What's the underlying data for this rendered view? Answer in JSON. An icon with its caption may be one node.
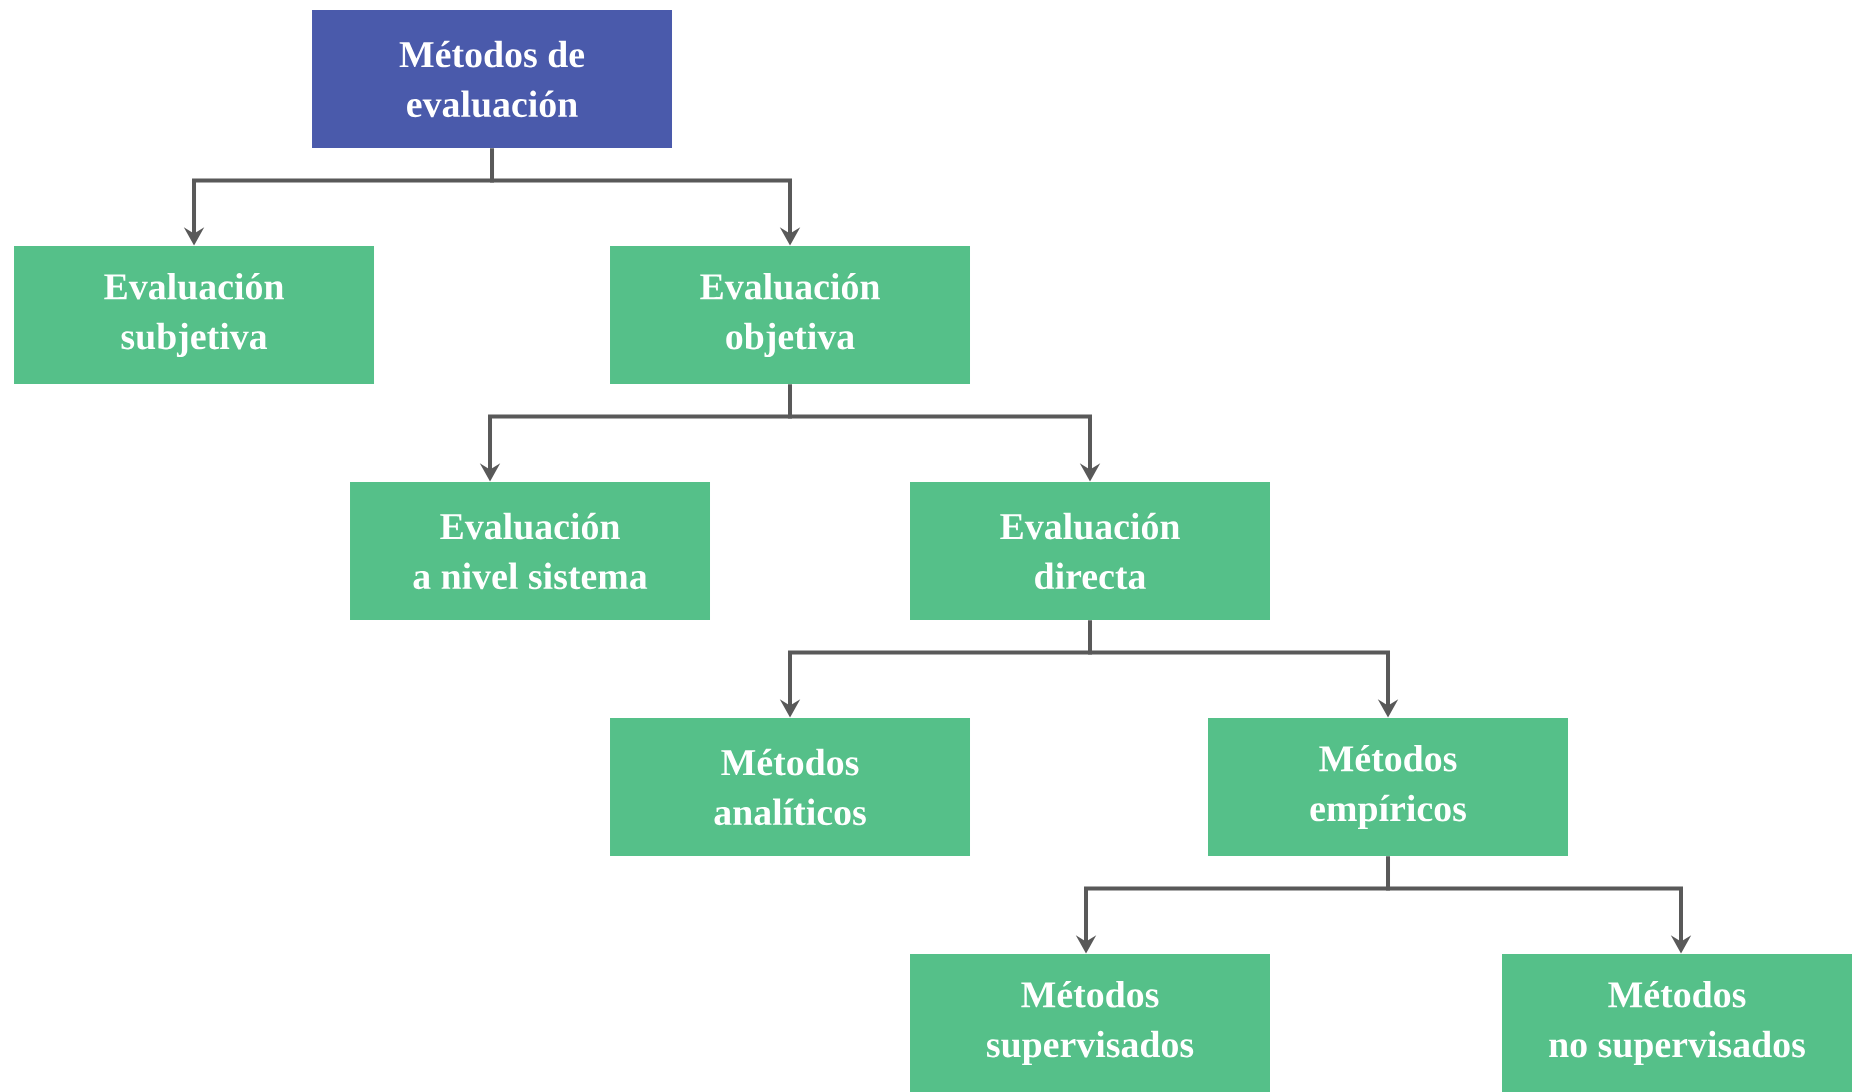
{
  "diagram": {
    "nodes": [
      {
        "text": [
          "Métodos de evaluación"
        ]
      },
      {
        "text": [
          "Evaluación subjetiva"
        ]
      },
      {
        "text": [
          "Evaluación objetiva"
        ]
      },
      {
        "text": [
          "Evaluación a nivel sistema"
        ]
      },
      {
        "text": [
          "Evaluación directa"
        ]
      },
      {
        "text": [
          "Métodos analíticos"
        ]
      },
      {
        "text": [
          "Métodos empíricos"
        ]
      },
      {
        "text": [
          "Métodos supervisados"
        ]
      },
      {
        "text": [
          "Métodos no supervisados"
        ]
      }
    ],
    "edges": [
      {
        "from": 0,
        "to": 1,
        "arrow": "to"
      },
      {
        "from": 0,
        "to": 2,
        "arrow": "to"
      },
      {
        "from": 2,
        "to": 3,
        "arrow": "to"
      },
      {
        "from": 2,
        "to": 4,
        "arrow": "to"
      },
      {
        "from": 4,
        "to": 5,
        "arrow": "to"
      },
      {
        "from": 4,
        "to": 6,
        "arrow": "to"
      },
      {
        "from": 6,
        "to": 7,
        "arrow": "to"
      },
      {
        "from": 6,
        "to": 8,
        "arrow": "to"
      }
    ]
  }
}
